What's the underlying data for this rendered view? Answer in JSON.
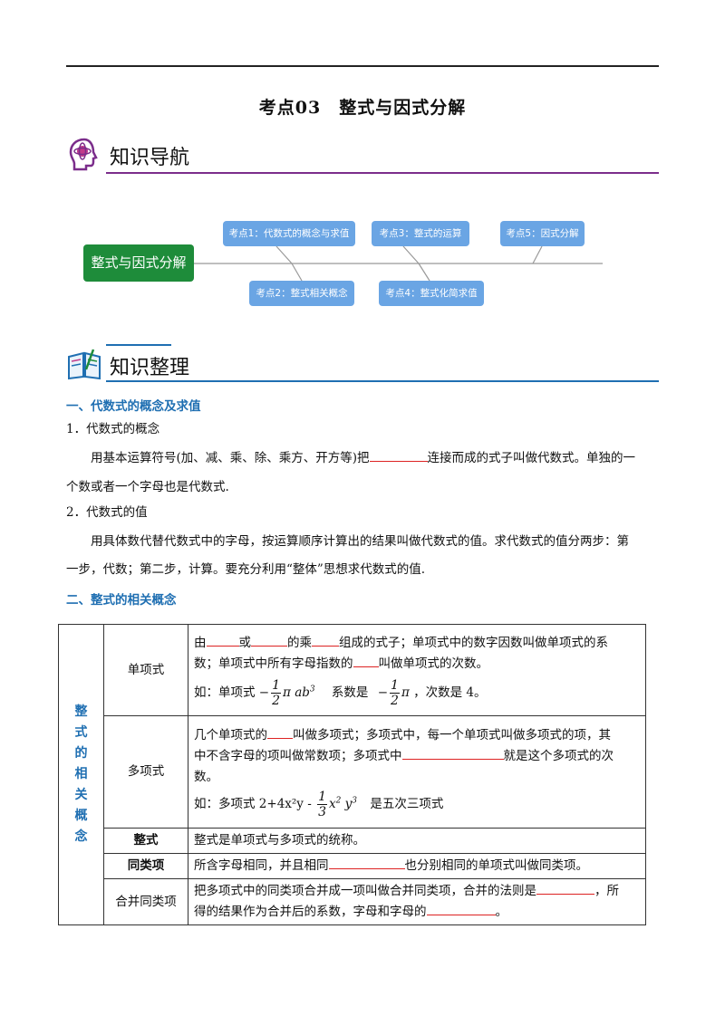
{
  "page_title": "考点03　整式与因式分解",
  "nav_header": "知识导航",
  "summary_header": "知识整理",
  "mindmap": {
    "root": "整式与因式分解",
    "nodes": [
      "考点1：代数式的概念与求值",
      "考点2：整式相关概念",
      "考点3：整式的运算",
      "考点4：整式化简求值",
      "考点5：因式分解"
    ]
  },
  "section1": {
    "heading": "一、代数式的概念及求值",
    "sub1": "1．代数式的概念",
    "p1_a": "用基本运算符号(加、减、乘、除、乘方、开方等)把",
    "p1_b": "连接而成的式子叫做代数式。单独的一",
    "p1_c": "个数或者一个字母也是代数式.",
    "sub2": "2．代数式的值",
    "p2_a": "用具体数代替代数式中的字母，按运算顺序计算出的结果叫做代数式的值。求代数式的值分两步：第",
    "p2_b": "一步，代数；第二步，计算。要充分利用“整体”思想求代数式的值."
  },
  "section2": {
    "heading": "二、整式的相关概念",
    "vertical": [
      "整",
      "式",
      "的",
      "相",
      "关",
      "概",
      "念"
    ],
    "rows": {
      "mono_label": "单项式",
      "mono_t1": "由",
      "mono_t2": "或",
      "mono_t3": "的乘",
      "mono_t4": "组成的式子；单项式中的数字因数叫做单项式的系",
      "mono_t5": "数；单项式中所有字母指数的",
      "mono_t6": "叫做单项式的次数。",
      "mono_ex1": "如：单项式",
      "mono_ex2": "系数是",
      "mono_ex3": "，次数是 4。",
      "poly_label": "多项式",
      "poly_t1": "几个单项式的",
      "poly_t2": "叫做多项式；多项式中，每一个单项式叫做多项式的项，其",
      "poly_t3": "中不含字母的项叫做常数项；多项式中",
      "poly_t4": "就是这个多项式的次",
      "poly_t5": "数。",
      "poly_ex1": "如：多项式 2+4x²y -",
      "poly_ex2": "是五次三项式",
      "zs_label": "整式",
      "zs_text": "整式是单项式与多项式的统称。",
      "tl_label": "同类项",
      "tl_t1": "所含字母相同，并且相同",
      "tl_t2": "也分别相同的单项式叫做同类项。",
      "hb_label": "合并同类项",
      "hb_t1": "把多项式中的同类项合并成一项叫做合并同类项，合并的法则是",
      "hb_t2": "，所",
      "hb_t3": "得的结果作为合并后的系数，字母和字母的",
      "hb_t4": "。"
    }
  },
  "colors": {
    "nav_line": "#7b2d8b",
    "summary_line": "#1f6fb2",
    "root_box": "#1e8c3a",
    "node_box": "#6aa5e4",
    "heading_blue": "#1f6fb2",
    "blank_red": "#dd2222"
  }
}
